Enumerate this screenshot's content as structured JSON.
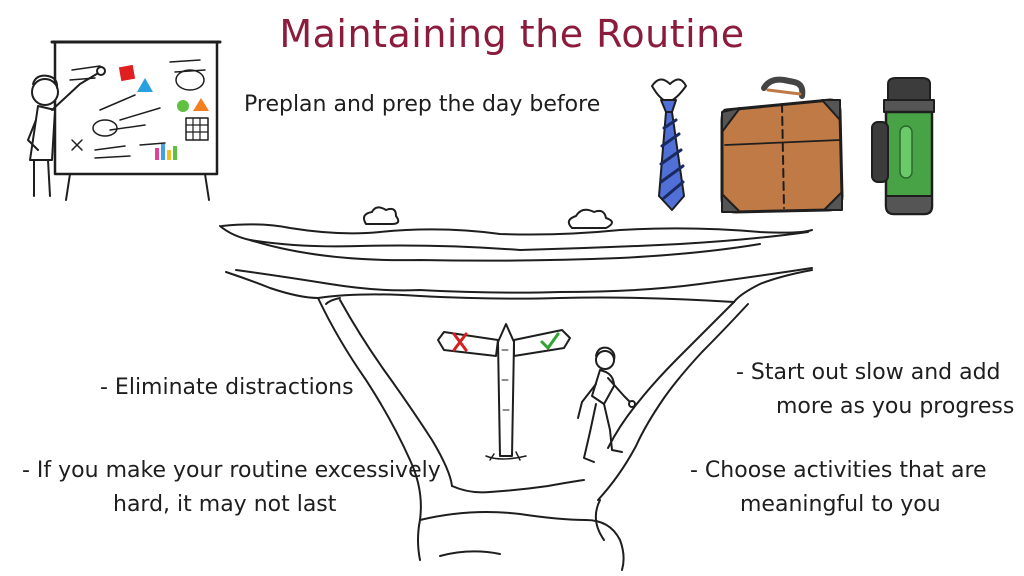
{
  "title": "Maintaining the Routine",
  "colors": {
    "title": "#8c1c3c",
    "ink": "#1e1e1e",
    "briefcase": "#c07a45",
    "flask": "#48a347",
    "tie": "#5070d8",
    "check": "#2fa52f",
    "cross": "#d42020"
  },
  "notes": {
    "preplan": "Preplan and prep the day before",
    "eliminate": "- Eliminate distractions",
    "hard_line1": "- If you make your routine excessively",
    "hard_line2": "hard, it may not last",
    "slow_line1": "- Start out slow and add",
    "slow_line2": "more as you progress",
    "choose_line1": "- Choose activities that are",
    "choose_line2": "meaningful to you"
  },
  "illustrations": {
    "whiteboard": "presenter-whiteboard-icon",
    "tie": "necktie-icon",
    "briefcase": "briefcase-icon",
    "thermos": "thermos-icon",
    "signpost": "crossroads-signpost-icon",
    "walker": "walking-man-icon"
  }
}
